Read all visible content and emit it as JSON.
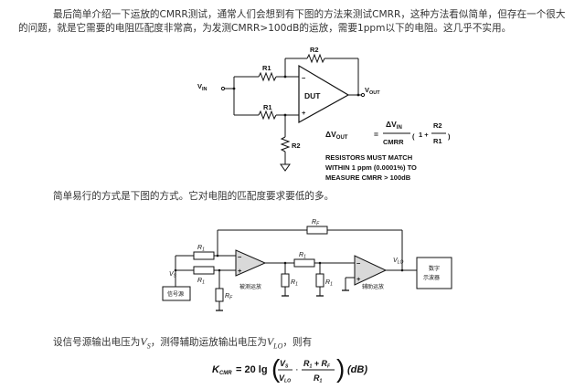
{
  "article": {
    "intro": "最后简单介绍一下运放的CMRR测试，通常人们会想到有下图的方法来测试CMRR，这种方法看似简单，但存在一个很大的问题，就是它需要的电阻匹配度非常高，为发测CMRR>100dB的运放，需要1ppm以下的电阻。这几乎不实用。",
    "simple_method": "简单易行的方式是下图的方式。它对电阻的匹配度要求要低的多。",
    "setup_prefix": "设信号源输出电压为",
    "setup_vs": "V",
    "setup_vs_sub": "S",
    "setup_mid": "，测得辅助运放输出电压为",
    "setup_vlo": "V",
    "setup_vlo_sub": "LO",
    "setup_suffix": "，则有"
  },
  "figure1": {
    "r1_top": "R1",
    "r1_bottom": "R1",
    "r2_top": "R2",
    "r2_bottom": "R2",
    "vin": "V",
    "vin_sub": "IN",
    "vout": "V",
    "vout_sub": "OUT",
    "dut": "DUT",
    "minus": "−",
    "plus": "+",
    "formula_lhs": "ΔV",
    "formula_lhs_sub": "OUT",
    "formula_eq": "=",
    "formula_num": "ΔV",
    "formula_num_sub": "IN",
    "formula_den": "CMRR",
    "formula_paren_left": "(",
    "formula_one": "1 +",
    "formula_r2": "R2",
    "formula_r1": "R1",
    "formula_paren_right": ")",
    "note_line1": "RESISTORS MUST MATCH",
    "note_line2": "WITHIN 1 ppm (0.0001%) TO",
    "note_line3": "MEASURE CMRR > 100dB"
  },
  "figure2": {
    "rf_top": "R",
    "rf_top_sub": "F",
    "r1_a": "R",
    "r1_a_sub": "1",
    "r1_b": "R",
    "r1_b_sub": "1",
    "r1_c": "R",
    "r1_c_sub": "1",
    "r1_d": "R",
    "r1_d_sub": "1",
    "rf_bottom": "R",
    "rf_bottom_sub": "F",
    "r1_e": "R",
    "r1_e_sub": "1",
    "vs": "V",
    "vs_sub": "S",
    "vlo": "V",
    "vlo_sub": "LO",
    "signal_source": "信号源",
    "dut_label": "被测运放",
    "aux_label": "辅助运放",
    "scope_line1": "数字",
    "scope_line2": "示波器",
    "minus": "−",
    "plus": "+"
  },
  "equation": {
    "lhs": "K",
    "lhs_sub": "CMR",
    "eq": "= 20 lg",
    "vs": "V",
    "vs_sub": "S",
    "vlo": "V",
    "vlo_sub": "LO",
    "dot": "·",
    "num": "R",
    "num_sub1": "1",
    "num_plus": " + R",
    "num_sub2": "F",
    "den": "R",
    "den_sub": "1",
    "unit": "(dB)"
  }
}
